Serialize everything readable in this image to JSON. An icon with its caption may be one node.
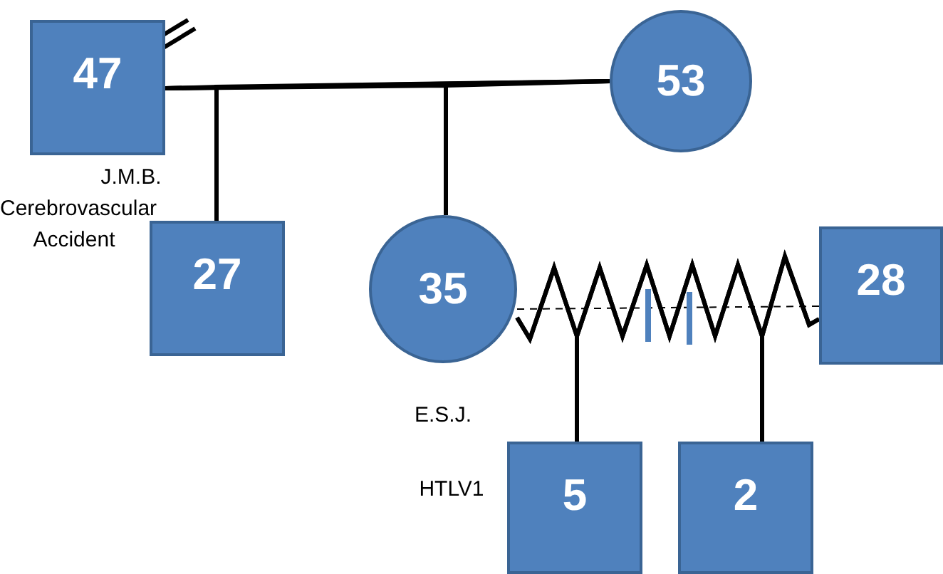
{
  "diagram": {
    "nodes": [
      {
        "text": [
          "47"
        ]
      },
      {
        "text": [
          "53"
        ]
      },
      {
        "text": [
          "27"
        ]
      },
      {
        "text": [
          "35"
        ],
        "beside": [
          "E.S.J."
        ]
      },
      {
        "text": [
          "28"
        ]
      },
      {
        "text": [
          "5"
        ]
      },
      {
        "text": [
          "2"
        ]
      }
    ],
    "edges": [
      {
        "from": 0,
        "to": 1,
        "arrow": "none"
      },
      {
        "from": 0,
        "to": 2,
        "arrow": "none"
      },
      {
        "from": 1,
        "to": 2,
        "arrow": "none"
      },
      {
        "from": 0,
        "to": 3,
        "arrow": "none"
      },
      {
        "from": 1,
        "to": 3,
        "arrow": "none"
      },
      {
        "from": 3,
        "to": 4,
        "arrow": "none",
        "style": "dashed"
      },
      {
        "from": 3,
        "to": 5,
        "arrow": "none"
      },
      {
        "from": 4,
        "to": 5,
        "arrow": "none"
      },
      {
        "from": 3,
        "to": 6,
        "arrow": "none"
      },
      {
        "from": 4,
        "to": 6,
        "arrow": "none"
      }
    ],
    "labels": [
      "J.M.B.",
      "Cerebrovascular Accident",
      "HTLV1"
    ]
  }
}
